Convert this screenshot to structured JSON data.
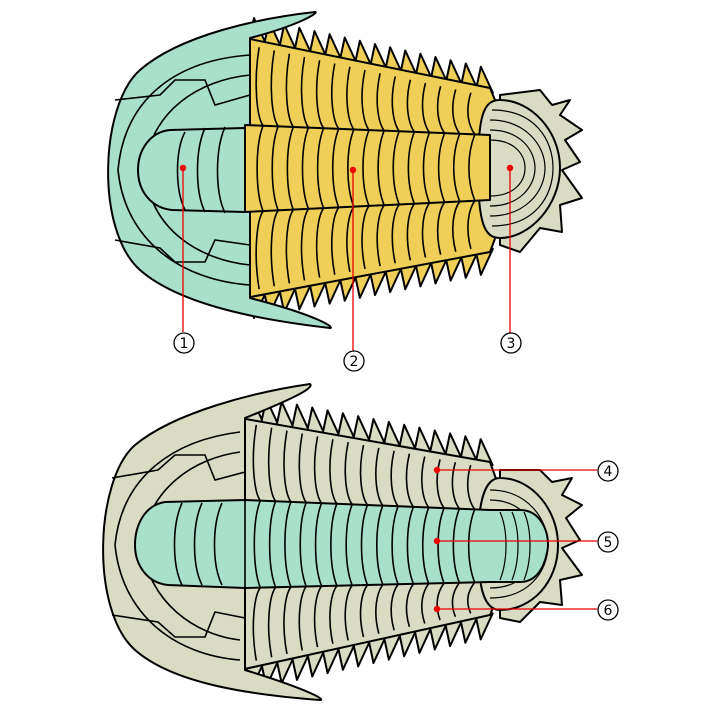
{
  "colors": {
    "cephalon": "#a9e0cb",
    "thorax": "#efcf57",
    "pygidium": "#d9dcc2",
    "axis": "#a9e0cb",
    "pleura": "#d9dcc2",
    "leader": "#ee0000"
  },
  "labels": {
    "cephalon": "1",
    "thorax": "2",
    "pygidium": "3",
    "pleural_lobe_left": "4",
    "axial_lobe": "5",
    "pleural_lobe_right": "6"
  }
}
